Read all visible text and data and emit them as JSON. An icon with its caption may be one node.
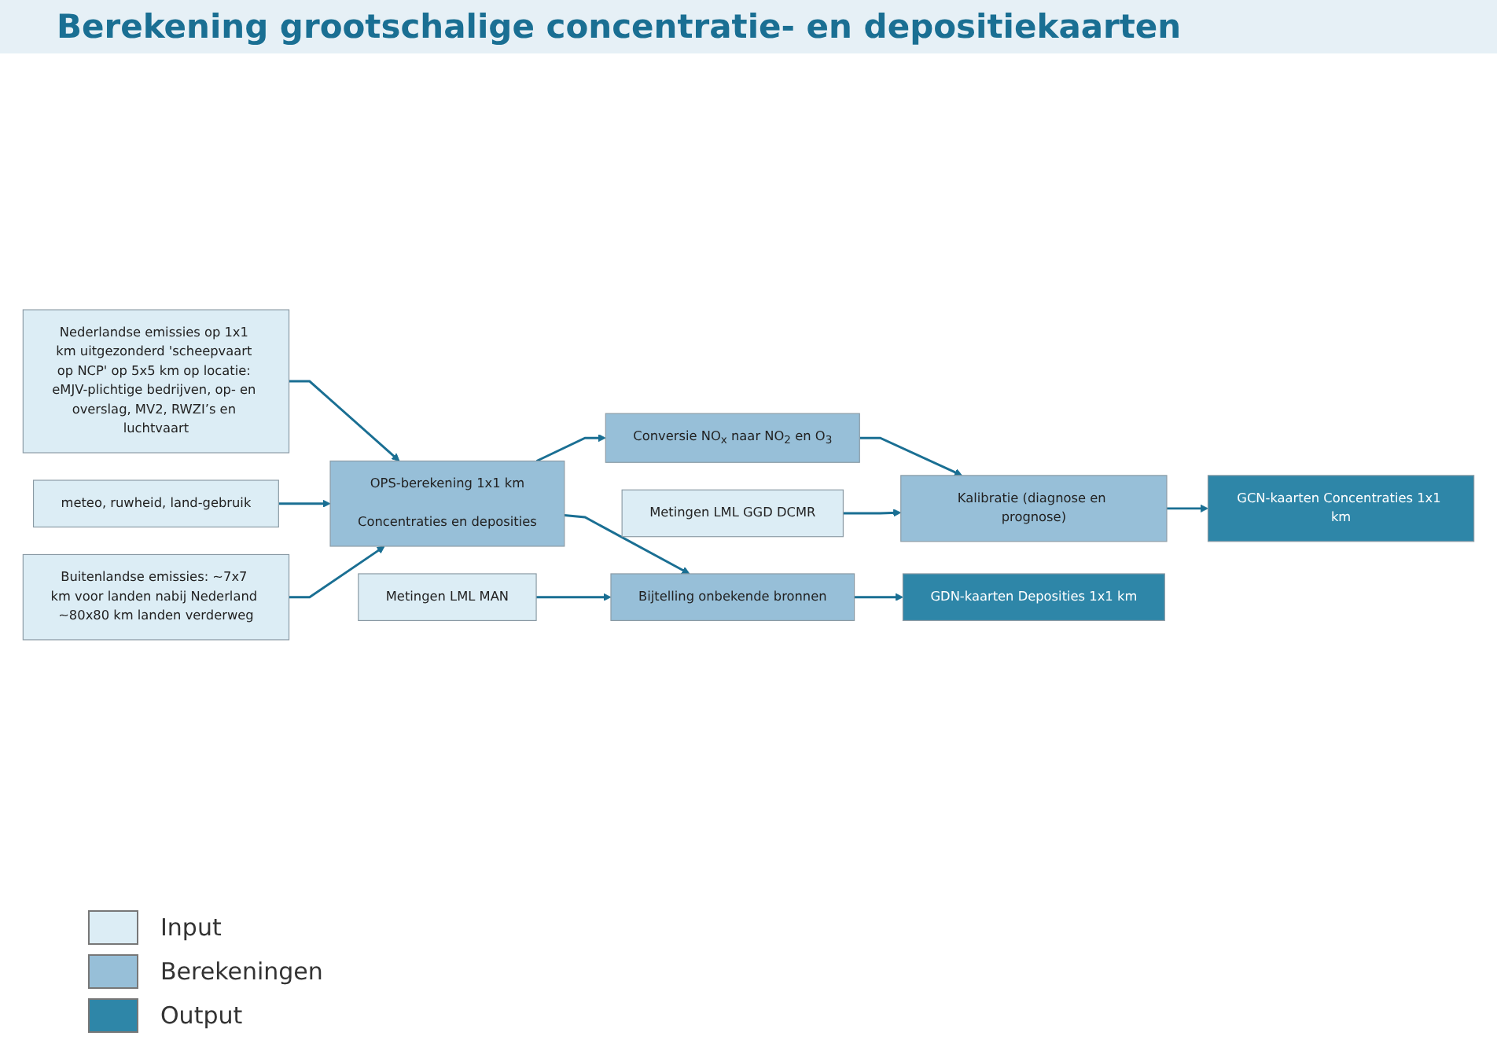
{
  "diagram": {
    "title": "Berekening grootschalige concentratie- en depositiekaarten",
    "nodes": [
      {
        "text": [
          "Nederlandse emissies op 1x1 km uitgezonderd 'scheepvaart op NCP' op 5x5 km op locatie: eMJV-plichtige bedrijven, op- en overslag, MV2, RWZI’s en luchtvaart"
        ]
      },
      {
        "text": [
          "Metingen LML GGD DCMR"
        ]
      },
      {
        "text": [
          "meteo, ruwheid, land-gebruik"
        ]
      },
      {
        "text": [
          "OPS-berekening 1x1 km",
          "Concentraties en deposities"
        ]
      },
      {
        "text": [
          "Conversie NO$_{x}$ naar NO$_{2}$ en O$_{3}$"
        ]
      },
      {
        "text": [
          "Kalibratie (diagnose en prognose)"
        ]
      },
      {
        "text": [
          "GCN-kaarten Concentraties 1x1 km"
        ]
      },
      {
        "text": [
          "Bijtelling onbekende bronnen"
        ]
      },
      {
        "text": [
          "GDN-kaarten Deposities 1x1 km"
        ]
      },
      {
        "text": [
          "Buitenlandse emissies: ~7x7 km voor landen nabij Nederland ~80x80 km landen verderweg"
        ]
      },
      {
        "text": [
          "Metingen LML MAN"
        ]
      }
    ],
    "edges": [
      {
        "from": 0,
        "to": 3,
        "arrow": "to"
      },
      {
        "from": 2,
        "to": 3,
        "arrow": "to"
      },
      {
        "from": 9,
        "to": 3,
        "arrow": "to"
      },
      {
        "from": 3,
        "to": 4,
        "arrow": "to"
      },
      {
        "from": 4,
        "to": 5,
        "arrow": "to"
      },
      {
        "from": 1,
        "to": 5,
        "arrow": "to"
      },
      {
        "from": 5,
        "to": 6,
        "arrow": "to"
      },
      {
        "from": 3,
        "to": 7,
        "arrow": "to"
      },
      {
        "from": 7,
        "to": 8,
        "arrow": "to"
      },
      {
        "from": 10,
        "to": 7,
        "arrow": "to"
      }
    ],
    "legend": [
      {
        "text": "Input",
        "color": "#dcedf5"
      },
      {
        "text": "Berekeningen",
        "color": "#97bfd8"
      },
      {
        "text": "Output",
        "color": "#2e86a8"
      }
    ]
  }
}
